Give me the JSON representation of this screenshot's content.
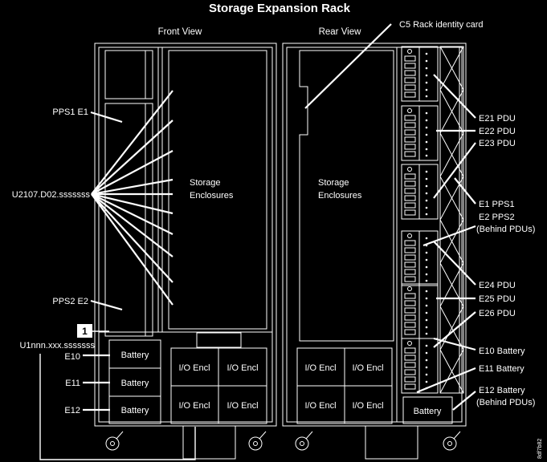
{
  "title": "Storage Expansion Rack",
  "colors": {
    "background": "#000000",
    "line": "#ffffff"
  },
  "front_view": {
    "label": "Front View",
    "storage_enclosures": [
      "Storage",
      "Enclosures"
    ],
    "batteries": [
      "Battery",
      "Battery",
      "Battery"
    ],
    "io_enclosures": [
      "I/O Encl",
      "I/O Encl",
      "I/O Encl",
      "I/O Encl"
    ],
    "callouts": {
      "pps1": "PPS1 E1",
      "storage_location": "U2107.D02.sssssss",
      "pps2": "PPS2 E2",
      "note_badge": "1",
      "rack_location": "U1nnn.xxx.sssssss",
      "battery_e10": "E10",
      "battery_e11": "E11",
      "battery_e12": "E12"
    }
  },
  "rear_view": {
    "label": "Rear View",
    "c5_callout": "C5 Rack identity card",
    "storage_enclosures": [
      "Storage",
      "Enclosures"
    ],
    "io_enclosures": [
      "I/O Encl",
      "I/O Encl",
      "I/O Encl",
      "I/O Encl"
    ],
    "battery": "Battery",
    "callouts": {
      "e21": "E21 PDU",
      "e22": "E22 PDU",
      "e23": "E23 PDU",
      "e1": "E1 PPS1",
      "e2": "E2 PPS2",
      "e2_note": "(Behind PDUs)",
      "e24": "E24 PDU",
      "e25": "E25 PDU",
      "e26": "E26 PDU",
      "e10": "E10 Battery",
      "e11": "E11 Battery",
      "e12": "E12 Battery",
      "e12_note": "(Behind PDUs)"
    }
  },
  "figure_id": "8df7b82"
}
